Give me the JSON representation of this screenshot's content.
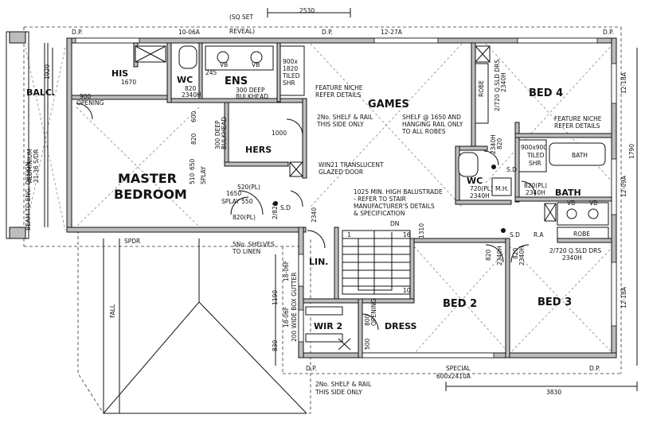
{
  "rooms": {
    "master_bedroom_line1": "MASTER",
    "master_bedroom_line2": "BEDROOM",
    "his": "HIS",
    "hers": "HERS",
    "wc_ens": "WC",
    "ens": "ENS",
    "balc": "BALC.",
    "games": "GAMES",
    "bed4": "BED 4",
    "wc_main": "WC",
    "bath": "BATH",
    "lin": "LIN.",
    "bed2": "BED 2",
    "bed3": "BED 3",
    "wir2": "WIR 2",
    "dress": "DRESS"
  },
  "notes": {
    "sq_set_reveal_1": "(SQ SET",
    "sq_set_reveal_2": "REVEAL)",
    "dp_1": "D.P.",
    "dp_2": "D.P.",
    "dp_3": "D.P.",
    "dp_4": "D.P.",
    "dp_5": "D.P.",
    "win_10_06a": "10-06A",
    "win_12_27a": "12-27A",
    "vb_ens_1": "VB",
    "vb_ens_2": "VB",
    "wc_ens_820": "820",
    "wc_ens_2340": "2340H",
    "wc_245": "245",
    "ens_300_deep_1": "300 DEEP",
    "ens_300_deep_2": "BULKHEAD",
    "ens_shr_1": "900x",
    "ens_shr_2": "1820",
    "ens_shr_3": "TILED",
    "ens_shr_4": "SHR",
    "feature_niche_1": "FEATURE NICHE",
    "feature_niche_2": "REFER DETAILS",
    "his_1670": "1670",
    "his_900": "900",
    "opening": "OPENING",
    "dim_1920": "1920",
    "aluminium_1": "ALUMINIUM",
    "aluminium_2": "21-36 S/DR",
    "beam": "BEAM TO ENG. DESIGN",
    "hers_600": "600",
    "hers_820": "820",
    "hers_bulkhead_1": "300 DEEP",
    "hers_bulkhead_2": "BULKHEAD",
    "hers_1000": "1000",
    "hers_650": "650",
    "hers_510": "510",
    "splay": "SPLAY",
    "two_no_shelf_1": "2No. SHELF & RAIL",
    "two_no_shelf_2": "THIS SIDE ONLY",
    "shelf_1650_1": "SHELF @ 1650 AND",
    "shelf_1650_2": "HANGING RAIL ONLY",
    "shelf_1650_3": "TO ALL ROBES",
    "robe_bed4": "ROBE",
    "bed4_qsld_1": "2/720 Q.SLD DRS",
    "bed4_qsld_2": "2340H",
    "feature_niche_bath_1": "FEATURE NICHE",
    "feature_niche_bath_2": "REFER DETAILS",
    "bath_tiled_1": "900x900",
    "bath_tiled_2": "TILED",
    "bath_tiled_3": "SHR",
    "bath_fixture": "BATH",
    "win_12_18a_1": "12-18A",
    "win_12_09a": "12-09A",
    "win_12_18a_2": "12-18A",
    "dim_1790": "1790",
    "wc_main_2340": "2340H",
    "wc_main_820": "820",
    "mh": "M.H.",
    "sd_1": "S.D",
    "sd_2": "S.D",
    "sd_3": "S.D",
    "bath_door_1": "820(PL)",
    "bath_door_2": "2340H",
    "wc_door_1": "720(PL)",
    "wc_door_2": "2340H",
    "vb_bath_1": "VB",
    "vb_bath_2": "VB",
    "ra": "R.A",
    "robe_bed3": "ROBE",
    "bed3_qsld_1": "2/720 Q.SLD DRS",
    "bed3_qsld_2": "2340H",
    "win21_1": "WIN21 TRANSLUCENT",
    "win21_2": "GLAZED DOOR",
    "balustrade_1": "1025 MIN. HIGH BALUSTRADE",
    "balustrade_2": "- REFER TO STAIR",
    "balustrade_3": "MANUFACTURER'S DETAILS",
    "balustrade_4": "& SPECIFICATION",
    "master_door_1": "520(PL)",
    "master_door_2": "820(PL)",
    "master_1650": "1650",
    "splay_550": "SPLAY 550",
    "games_2340": "2340",
    "games_820": "2/820",
    "dn": "DN",
    "dim_1310": "1310",
    "stair_16": "16",
    "stair_10": "10",
    "stair_1": "1",
    "five_no_shelves_1": "5No. SHELVES",
    "five_no_shelves_2": "TO LINEN",
    "spdr": "SPDR",
    "fall": "FALL",
    "gutter": "200 WIDE BOX GUTTER",
    "win_18_06f_1": "18-06F",
    "win_18_06f_2": "18-06F",
    "dim_1190": "1190",
    "dim_830": "830",
    "bed2_door_1": "820",
    "bed2_door_2": "2340H",
    "bed3_door_1": "820",
    "bed3_door_2": "2340H",
    "wir_opening_1": "500",
    "wir_opening_2": "800",
    "wir_opening_3": "OPENING",
    "two_no_shelf_wir_1": "2No. SHELF & RAIL",
    "two_no_shelf_wir_2": "THIS SIDE ONLY",
    "special_1": "SPECIAL",
    "special_2": "600x2410A",
    "dim_2530": "2530",
    "dim_3830": "3830"
  }
}
